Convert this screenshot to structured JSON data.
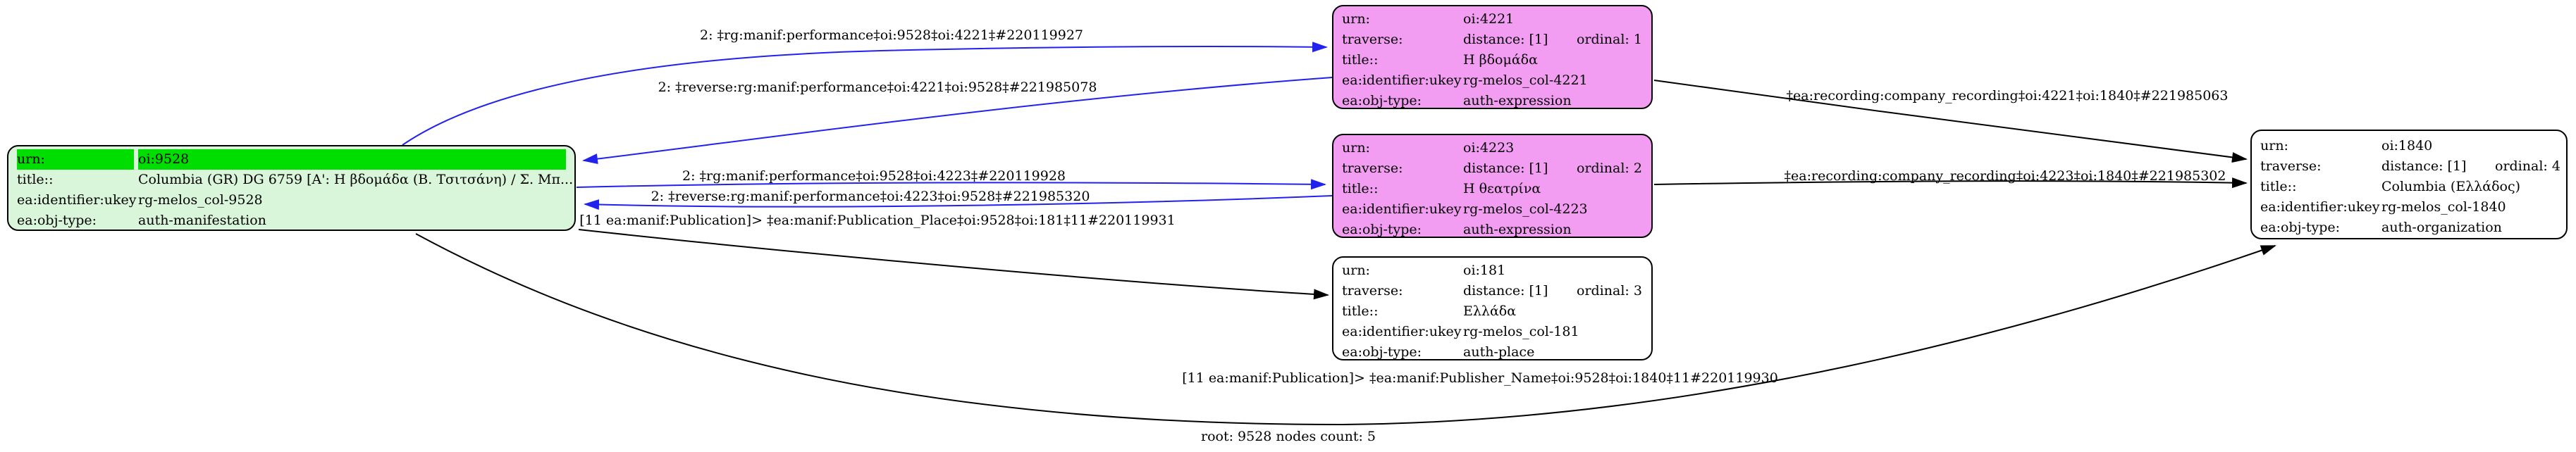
{
  "footer": {
    "text": "root: 9528 nodes count: 5"
  },
  "colors": {
    "root_fill": "#daf6da",
    "root_urn_highlight": "#00dd00",
    "expression_fill": "#f29df2",
    "place_org_fill": "#ffffff",
    "performance_edge": "#2222ee",
    "default_edge": "#000000"
  },
  "nodes": [
    {
      "id": "oi:9528",
      "rows": [
        {
          "key": "urn:",
          "value": "oi:9528"
        },
        {
          "key": "title::",
          "value": "Columbia (GR) DG 6759 [Α': Η βδομάδα (Β. Τσιτσάνη) / Σ. Μπ..."
        },
        {
          "key": "ea:identifier:ukey",
          "value": "rg-melos_col-9528"
        },
        {
          "key": "ea:obj-type:",
          "value": "auth-manifestation"
        }
      ]
    },
    {
      "id": "oi:4221",
      "rows": [
        {
          "key": "urn:",
          "value": "oi:4221"
        },
        {
          "key": "traverse:",
          "value": "distance: [1]",
          "value2": "ordinal: 1"
        },
        {
          "key": "title::",
          "value": "Η βδομάδα"
        },
        {
          "key": "ea:identifier:ukey",
          "value": "rg-melos_col-4221"
        },
        {
          "key": "ea:obj-type:",
          "value": "auth-expression"
        }
      ]
    },
    {
      "id": "oi:4223",
      "rows": [
        {
          "key": "urn:",
          "value": "oi:4223"
        },
        {
          "key": "traverse:",
          "value": "distance: [1]",
          "value2": "ordinal: 2"
        },
        {
          "key": "title::",
          "value": "Η θεατρίνα"
        },
        {
          "key": "ea:identifier:ukey",
          "value": "rg-melos_col-4223"
        },
        {
          "key": "ea:obj-type:",
          "value": "auth-expression"
        }
      ]
    },
    {
      "id": "oi:181",
      "rows": [
        {
          "key": "urn:",
          "value": "oi:181"
        },
        {
          "key": "traverse:",
          "value": "distance: [1]",
          "value2": "ordinal: 3"
        },
        {
          "key": "title::",
          "value": "Ελλάδα"
        },
        {
          "key": "ea:identifier:ukey",
          "value": "rg-melos_col-181"
        },
        {
          "key": "ea:obj-type:",
          "value": "auth-place"
        }
      ]
    },
    {
      "id": "oi:1840",
      "rows": [
        {
          "key": "urn:",
          "value": "oi:1840"
        },
        {
          "key": "traverse:",
          "value": "distance: [1]",
          "value2": "ordinal: 4"
        },
        {
          "key": "title::",
          "value": "Columbia (Ελλάδος)"
        },
        {
          "key": "ea:identifier:ukey",
          "value": "rg-melos_col-1840"
        },
        {
          "key": "ea:obj-type:",
          "value": "auth-organization"
        }
      ]
    }
  ],
  "edges": [
    {
      "label": "2: ‡rg:manif:performance‡oi:9528‡oi:4221‡#220119927"
    },
    {
      "label": "2: ‡reverse:rg:manif:performance‡oi:4221‡oi:9528‡#221985078"
    },
    {
      "label": "2: ‡rg:manif:performance‡oi:9528‡oi:4223‡#220119928"
    },
    {
      "label": "2: ‡reverse:rg:manif:performance‡oi:4223‡oi:9528‡#221985320"
    },
    {
      "label": "‡ea:recording:company_recording‡oi:4221‡oi:1840‡#221985063"
    },
    {
      "label": "‡ea:recording:company_recording‡oi:4223‡oi:1840‡#221985302"
    },
    {
      "label": "[11 ea:manif:Publication]> ‡ea:manif:Publication_Place‡oi:9528‡oi:181‡11#220119931"
    },
    {
      "label": "[11 ea:manif:Publication]> ‡ea:manif:Publisher_Name‡oi:9528‡oi:1840‡11#220119930"
    }
  ]
}
